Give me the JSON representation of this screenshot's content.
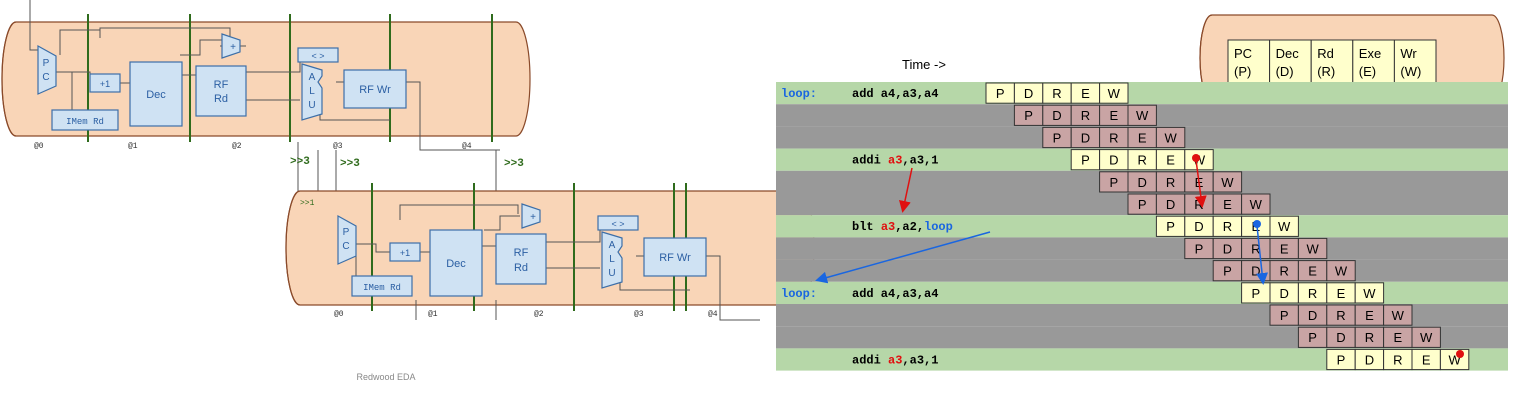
{
  "colors": {
    "pipe_fill": "#f9d5b7",
    "pipe_stroke": "#8a4a2a",
    "block_fill": "#cfe2f3",
    "block_stroke": "#3d6fa8",
    "block_text": "#2b5fa3",
    "stage_line": "#2f6b1c",
    "light_row": "#b6d7a8",
    "dark_row": "#999999",
    "light_cell": "#ffffcc",
    "dark_cell": "#c9a4a4",
    "red_arrow": "#e01010",
    "blue_arrow": "#1a66e0",
    "loop_label": "#1a66e0",
    "reg_red": "#e01010"
  },
  "top_pipeline": {
    "blocks": {
      "pc_top": "P",
      "pc_bot": "C",
      "plus1": "+1",
      "dec": "Dec",
      "rf_rd_1": "RF",
      "rf_rd_2": "Rd",
      "imem": "IMem Rd",
      "alu_a": "A",
      "alu_l": "L",
      "alu_u": "U",
      "rf_wr": "RF Wr",
      "cmp": "< >",
      "adder": "+"
    },
    "stages": [
      "@0",
      "@1",
      "@2",
      "@3",
      "@4"
    ]
  },
  "bottom_pipeline": {
    "blocks": {
      "pc_top": "P",
      "pc_bot": "C",
      "plus1": "+1",
      "dec": "Dec",
      "rf_rd_1": "RF",
      "rf_rd_2": "Rd",
      "imem": "IMem Rd",
      "alu_a": "A",
      "alu_l": "L",
      "alu_u": "U",
      "rf_wr": "RF Wr",
      "cmp": "< >",
      "adder": "+"
    },
    "stages": [
      "@0",
      "@1",
      "@2",
      "@3",
      "@4"
    ],
    "input_label": ">>1"
  },
  "shift_labels": [
    ">>3",
    ">>3",
    ">>3"
  ],
  "credit": "Redwood EDA",
  "time_label": "Time ->",
  "legend": [
    {
      "line1": "PC",
      "line2": "(P)"
    },
    {
      "line1": "Dec",
      "line2": "(D)"
    },
    {
      "line1": "Rd",
      "line2": "(R)"
    },
    {
      "line1": "Exe",
      "line2": "(E)"
    },
    {
      "line1": "Wr",
      "line2": "(W)"
    }
  ],
  "stage_letters": [
    "P",
    "D",
    "R",
    "E",
    "W"
  ],
  "rows": [
    {
      "kind": "light",
      "label": "loop:",
      "instr": [
        {
          "t": "add a4,a3,a4",
          "c": "k"
        }
      ]
    },
    {
      "kind": "dark"
    },
    {
      "kind": "dark"
    },
    {
      "kind": "light",
      "label": "",
      "instr": [
        {
          "t": "addi ",
          "c": "k"
        },
        {
          "t": "a3",
          "c": "r"
        },
        {
          "t": ",a3,1",
          "c": "k"
        }
      ]
    },
    {
      "kind": "dark"
    },
    {
      "kind": "dark"
    },
    {
      "kind": "light",
      "label": "",
      "instr": [
        {
          "t": "blt ",
          "c": "k"
        },
        {
          "t": "a3",
          "c": "r"
        },
        {
          "t": ",a2,",
          "c": "k"
        },
        {
          "t": "loop",
          "c": "b"
        }
      ]
    },
    {
      "kind": "dark"
    },
    {
      "kind": "dark"
    },
    {
      "kind": "light",
      "label": "loop:",
      "instr": [
        {
          "t": "add a4,a3,a4",
          "c": "k"
        }
      ]
    },
    {
      "kind": "dark"
    },
    {
      "kind": "dark"
    },
    {
      "kind": "light",
      "label": "",
      "instr": [
        {
          "t": "addi ",
          "c": "k"
        },
        {
          "t": "a3",
          "c": "r"
        },
        {
          "t": ",a3,1",
          "c": "k"
        }
      ]
    }
  ]
}
